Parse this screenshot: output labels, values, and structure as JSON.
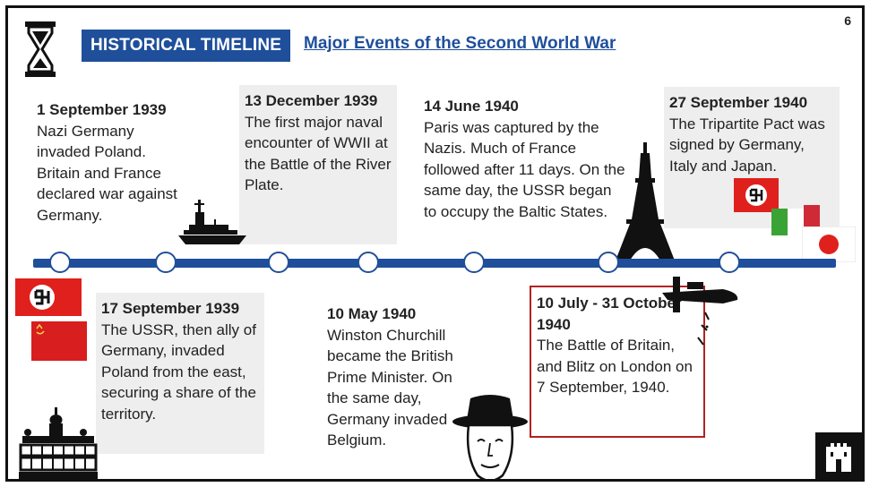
{
  "page": {
    "number": "6"
  },
  "header": {
    "badge": "HISTORICAL TIMELINE",
    "subtitle": "Major Events of the Second World War"
  },
  "events_top": [
    {
      "date": "1 September 1939",
      "text": "Nazi Germany invaded Poland. Britain and France declared war against Germany."
    },
    {
      "date": "13 December 1939",
      "text": "The first major naval encounter of WWII at the Battle of the River Plate."
    },
    {
      "date": "14 June 1940",
      "text": "Paris was captured by the Nazis. Much of France followed after 11 days. On the same day, the USSR began to occupy the Baltic States."
    },
    {
      "date": "27 September 1940",
      "text": "The Tripartite Pact was signed by Germany, Italy and Japan."
    }
  ],
  "events_bottom": [
    {
      "date": "17 September 1939",
      "text": "The USSR, then ally of Germany, invaded Poland from the east, securing a share of the territory."
    },
    {
      "date": "10 May 1940",
      "text": "Winston Churchill became the British Prime Minister. On the same day, Germany invaded Belgium."
    },
    {
      "date": "10 July - 31 October 1940",
      "text": "The Battle of Britain, and Blitz on London on 7 September, 1940."
    }
  ],
  "icons": [
    "hourglass-icon",
    "battleship-icon",
    "eiffel-tower-icon",
    "fighter-plane-icon",
    "churchill-portrait-icon",
    "kremlin-icon",
    "castle-icon"
  ],
  "colors": {
    "accent": "#1f4f9a",
    "highlight_border": "#b22222",
    "card_bg": "#eeeeee",
    "flag_red": "#e0201c",
    "soviet_red": "#d81e1e",
    "italy_green": "#3aa335",
    "italy_red": "#ce2b37"
  }
}
